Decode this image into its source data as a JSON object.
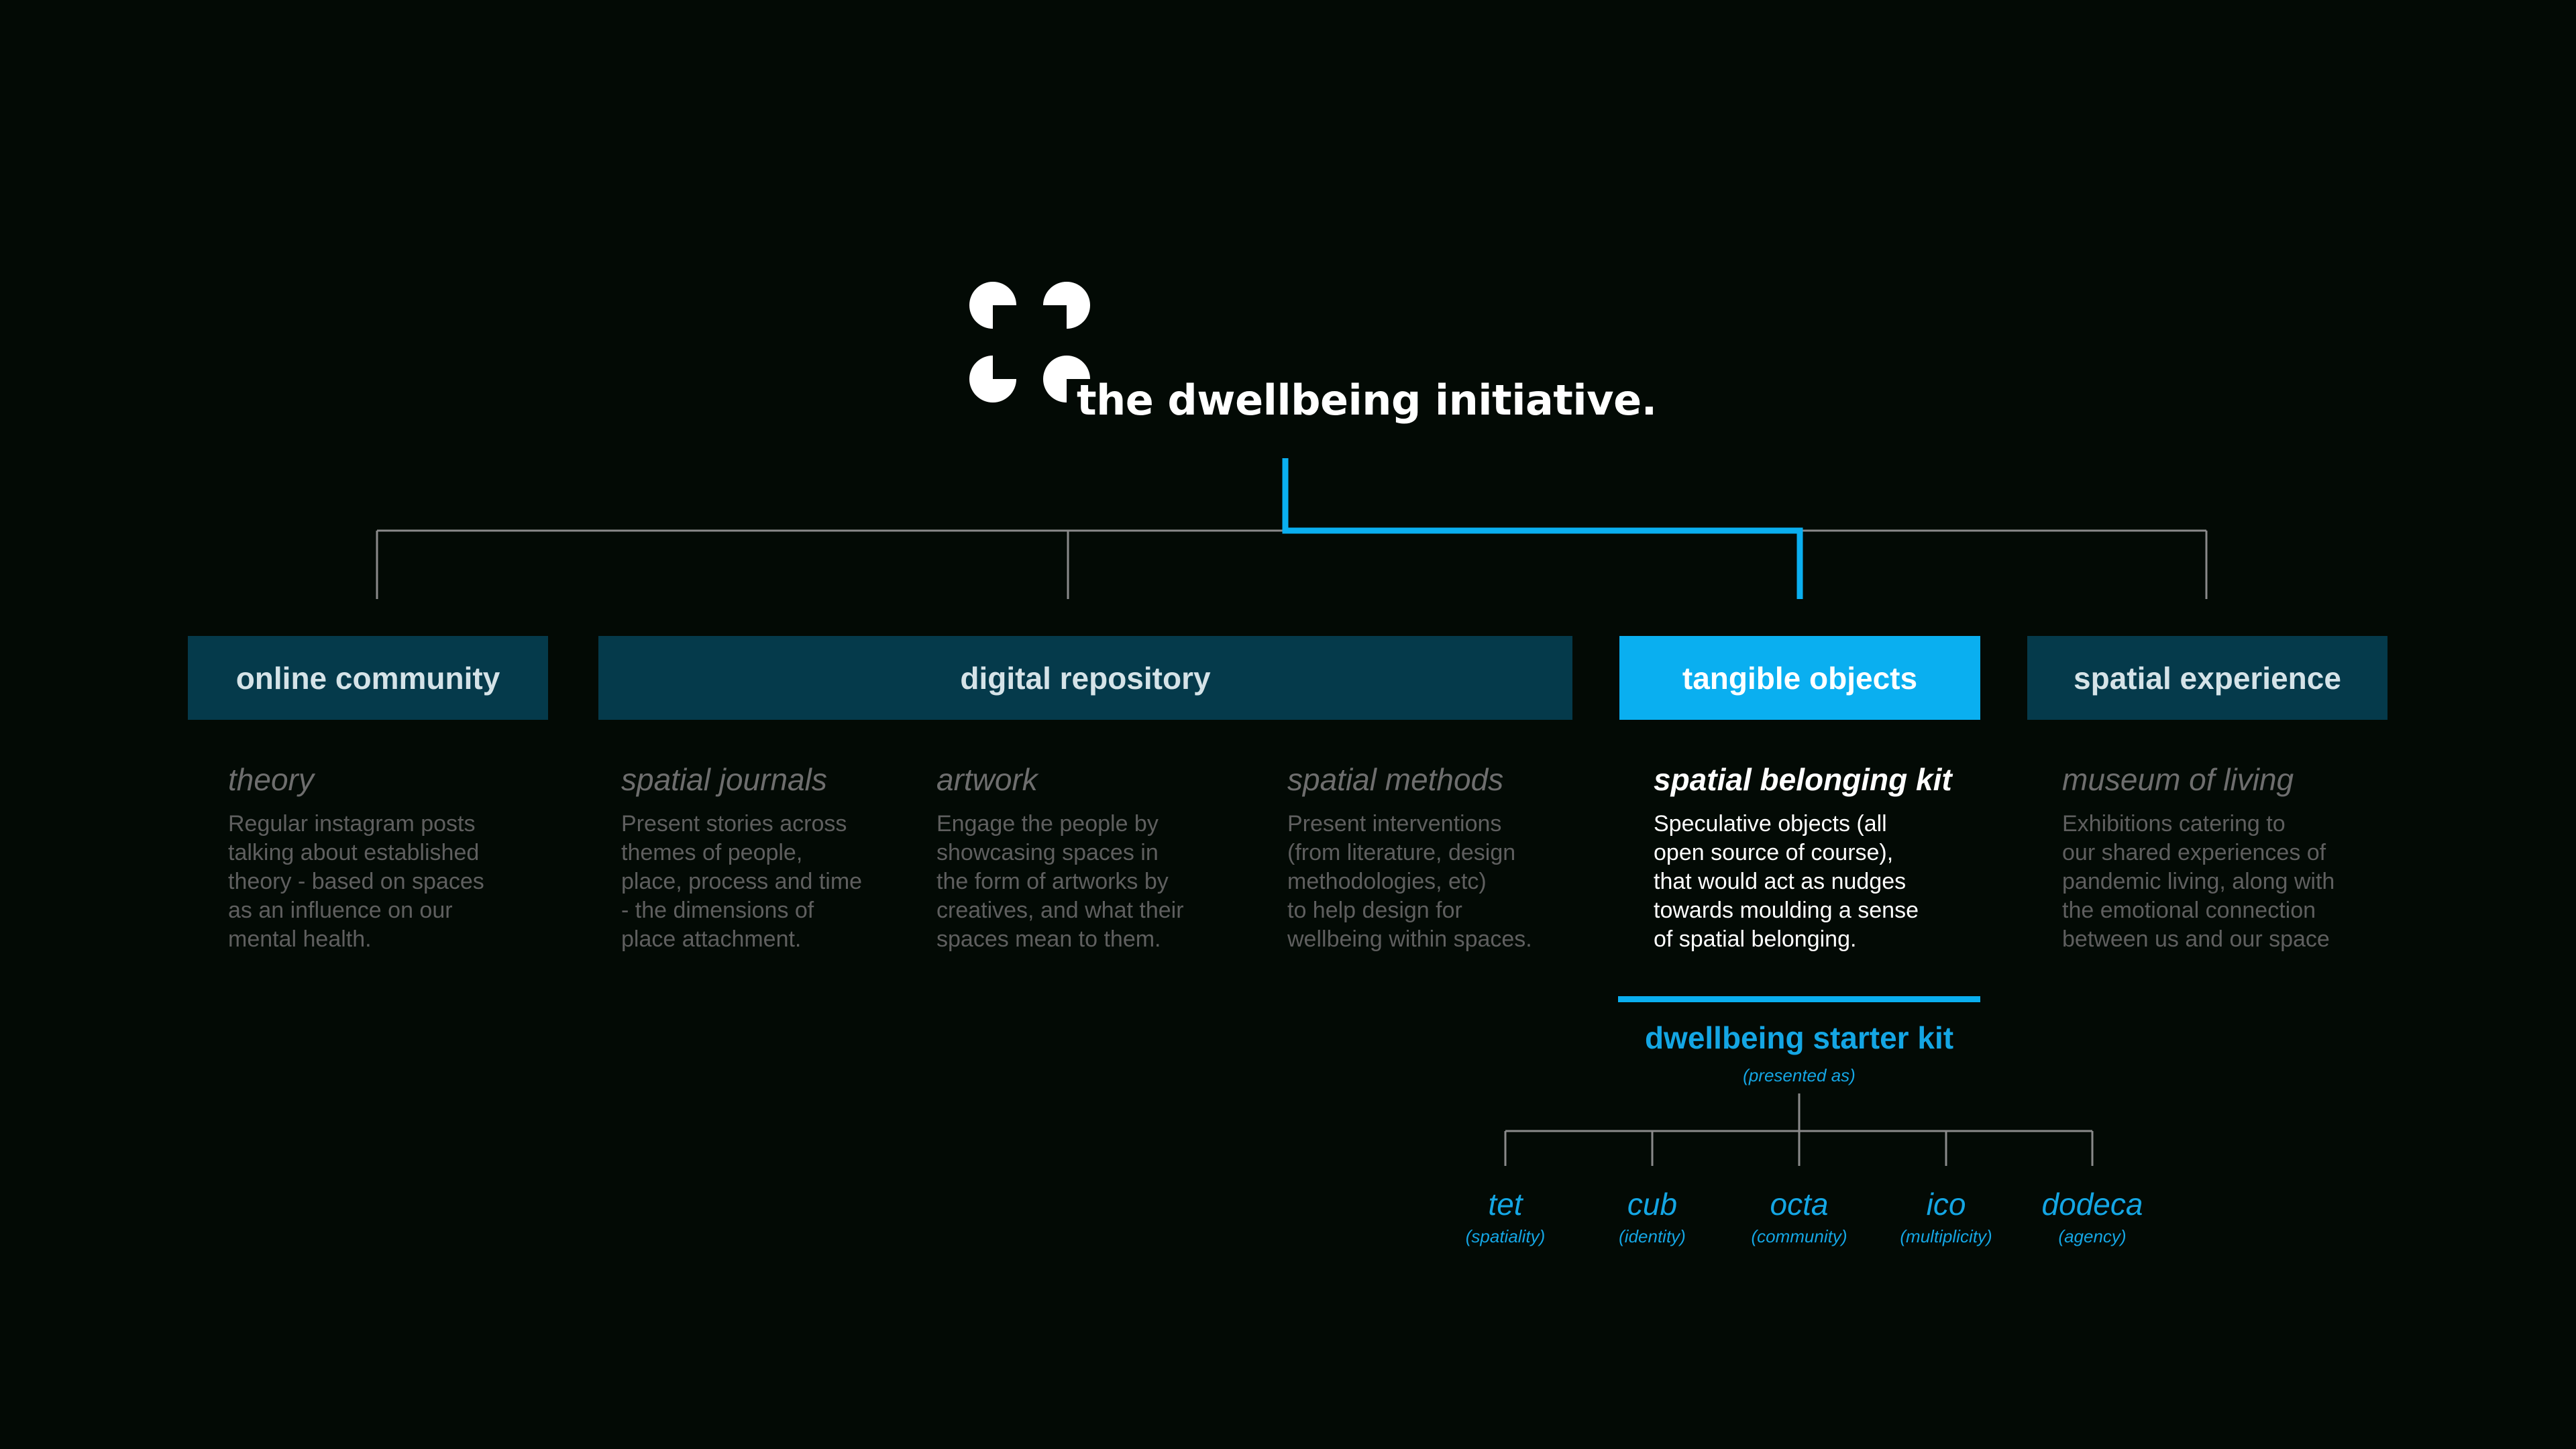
{
  "header": {
    "title": "the dwellbeing initiative.",
    "logo": "dwellbeing-logo"
  },
  "colors": {
    "background": "#030a05",
    "box": "#053a4b",
    "accent": "#0aaff0",
    "line": "#8a8a8a"
  },
  "categories": [
    {
      "label": "online community"
    },
    {
      "label": "digital repository"
    },
    {
      "label": "tangible objects",
      "active": true
    },
    {
      "label": "spatial experience"
    }
  ],
  "items": [
    {
      "heading": "theory",
      "body": "Regular instagram posts\ntalking about established\ntheory - based on spaces\nas an influence on our\nmental health."
    },
    {
      "heading": "spatial journals",
      "body": "Present stories across\nthemes of people,\nplace, process and time\n- the dimensions of\nplace attachment."
    },
    {
      "heading": "artwork",
      "body": "Engage the people by\nshowcasing spaces in\nthe form of artworks by\ncreatives, and what their\nspaces mean to them."
    },
    {
      "heading": "spatial methods",
      "body": "Present interventions\n(from literature, design\nmethodologies, etc)\nto help design for\nwellbeing within spaces."
    },
    {
      "heading": "spatial belonging kit",
      "body": "Speculative objects (all\nopen source of course),\nthat would act as nudges\ntowards moulding a sense\nof spatial belonging."
    },
    {
      "heading": "museum of living",
      "body": "Exhibitions catering to\nour shared experiences of\npandemic living, along with\nthe emotional connection\nbetween us and our space"
    }
  ],
  "starter_kit": {
    "title": "dwellbeing starter kit",
    "note": "(presented as)",
    "shapes": [
      {
        "name": "tet",
        "theme": "(spatiality)"
      },
      {
        "name": "cub",
        "theme": "(identity)"
      },
      {
        "name": "octa",
        "theme": "(community)"
      },
      {
        "name": "ico",
        "theme": "(multiplicity)"
      },
      {
        "name": "dodeca",
        "theme": "(agency)"
      }
    ]
  }
}
